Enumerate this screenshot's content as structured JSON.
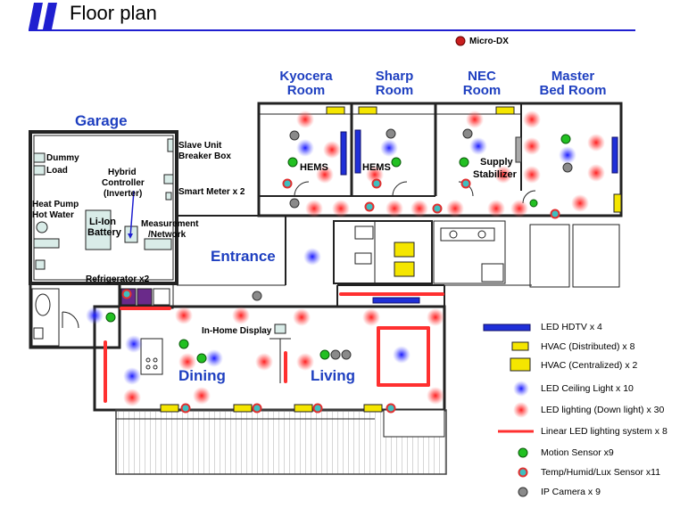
{
  "title": "Floor plan",
  "micro_dx": "Micro-DX",
  "rooms": {
    "kyocera": [
      "Kyocera",
      "Room"
    ],
    "sharp": [
      "Sharp",
      "Room"
    ],
    "nec": [
      "NEC",
      "Room"
    ],
    "master": [
      "Master",
      "Bed Room"
    ]
  },
  "areas": {
    "garage": "Garage",
    "entrance": "Entrance",
    "dining": "Dining",
    "living": "Living"
  },
  "garage_labels": {
    "dummy": "Dummy",
    "load": "Load",
    "heat_pump_1": "Heat Pump",
    "heat_pump_2": "Hot Water",
    "hybrid_1": "Hybrid",
    "hybrid_2": "Controller",
    "hybrid_3": "(Inverter)",
    "battery_1": "Li-Ion",
    "battery_2": "Battery",
    "measurement_1": "Measurement",
    "measurement_2": "/Network",
    "slave_1": "Slave Unit",
    "slave_2": "Breaker Box",
    "smart_meter": "Smart Meter x 2",
    "refrigerator": "Refrigerator x2"
  },
  "devices": {
    "hems_1": "HEMS",
    "hems_2": "HEMS",
    "supply_1": "Supply",
    "supply_2": "Stabilizer",
    "in_home_display": "In-Home Display"
  },
  "legend": [
    {
      "label": "LED HDTV x 4",
      "symbol": "hdtv",
      "color": "#1f2fd8"
    },
    {
      "label": "HVAC (Distributed) x 8",
      "symbol": "hvac-small",
      "color": "#f5e600"
    },
    {
      "label": "HVAC (Centralized) x 2",
      "symbol": "hvac-large",
      "color": "#f5e600"
    },
    {
      "label": "LED Ceiling Light x 10",
      "symbol": "blue-glow",
      "color": "#2a2aff"
    },
    {
      "label": "LED lighting (Down light) x 30",
      "symbol": "red-glow",
      "color": "#ff2a2a"
    },
    {
      "label": "Linear LED lighting system x 8",
      "symbol": "red-line",
      "color": "#ff3030"
    },
    {
      "label": "Motion Sensor x9",
      "symbol": "green-dot",
      "color": "#22c022"
    },
    {
      "label": "Temp/Humid/Lux Sensor x11",
      "symbol": "teal-dot",
      "color": "#3fbfbf"
    },
    {
      "label": "IP Camera x 9",
      "symbol": "gray-dot",
      "color": "#8a8a8a"
    }
  ],
  "colors": {
    "accent_blue": "#1f1fd0",
    "label_blue": "#1e3fc0",
    "micro_dx": "#c81e1e",
    "sensor_ring": "#e03030"
  }
}
